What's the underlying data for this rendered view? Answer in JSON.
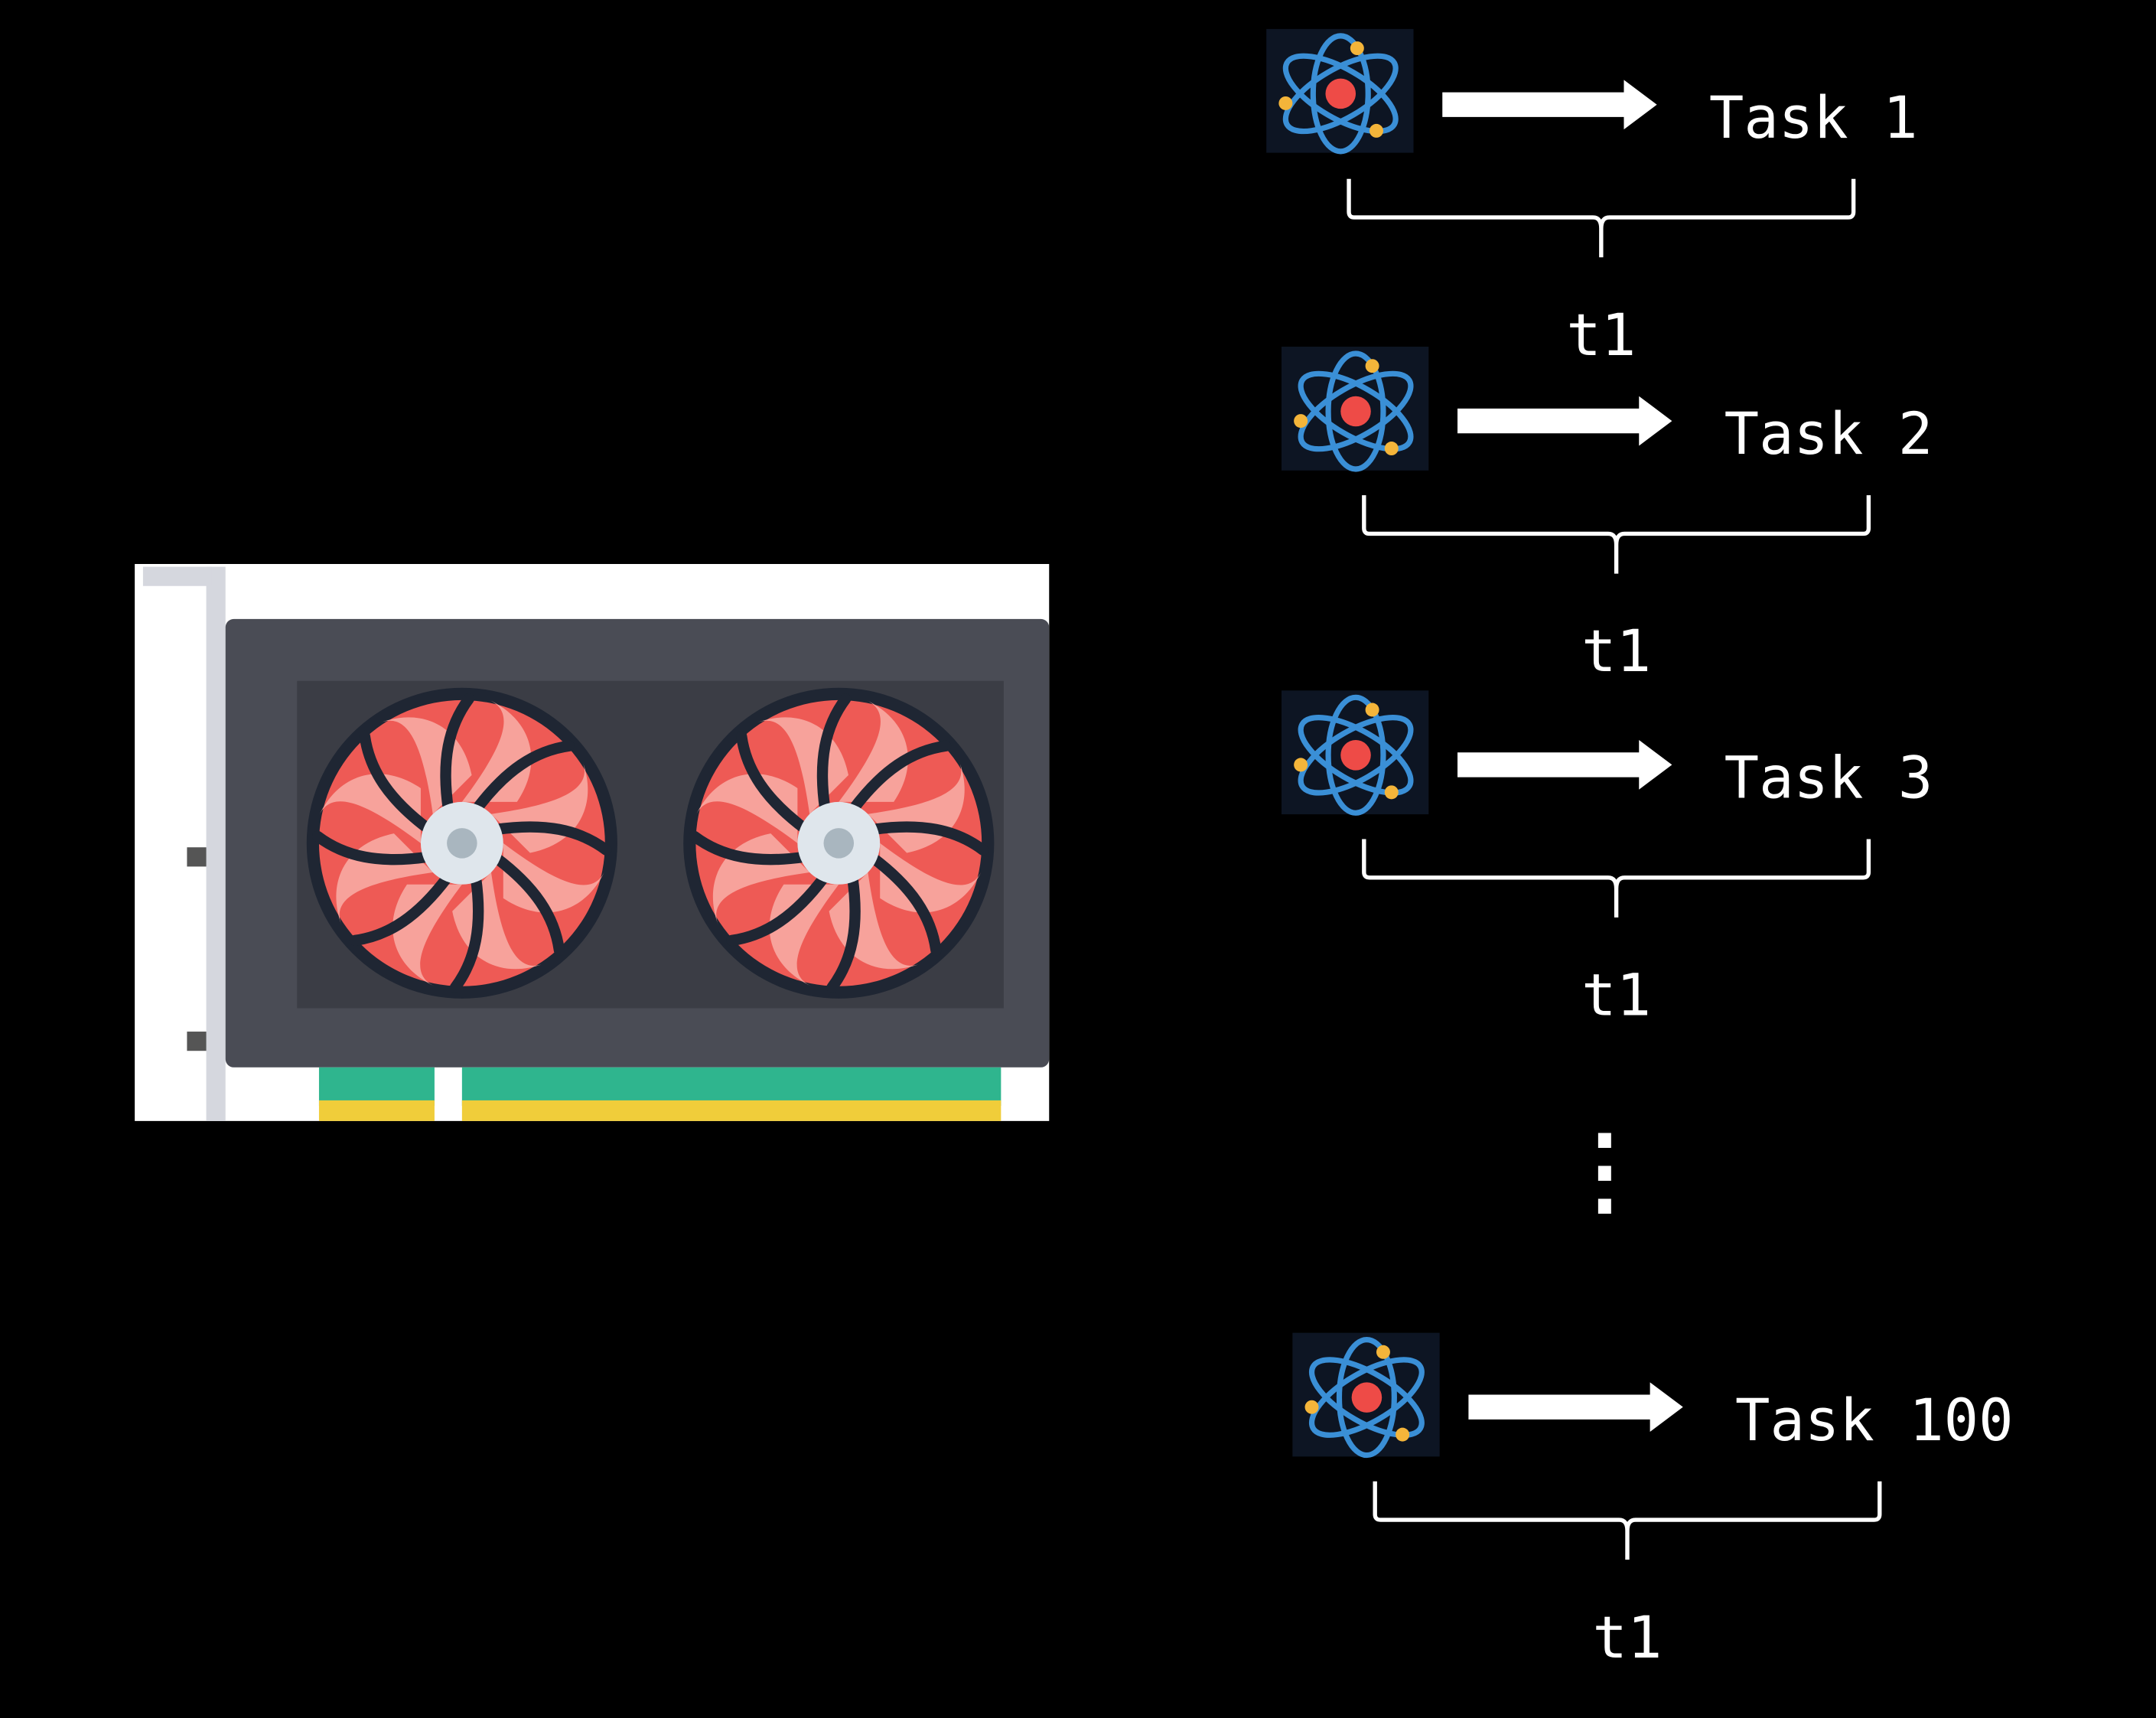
{
  "tasks": [
    {
      "label": "Task 1",
      "duration": "t1"
    },
    {
      "label": "Task 2",
      "duration": "t1"
    },
    {
      "label": "Task 3",
      "duration": "t1"
    },
    {
      "label": "Task 100",
      "duration": "t1"
    }
  ],
  "ellipsis": "⋮",
  "colors": {
    "background": "#000000",
    "foreground": "#ffffff",
    "fan_red": "#ee5a55",
    "card_body": "#4a4c55",
    "atom_blue": "#3a8fd6",
    "atom_electron": "#f4b53a"
  },
  "icons": [
    "gpu-card-icon",
    "atom-icon",
    "right-arrow-icon",
    "brace-icon"
  ]
}
